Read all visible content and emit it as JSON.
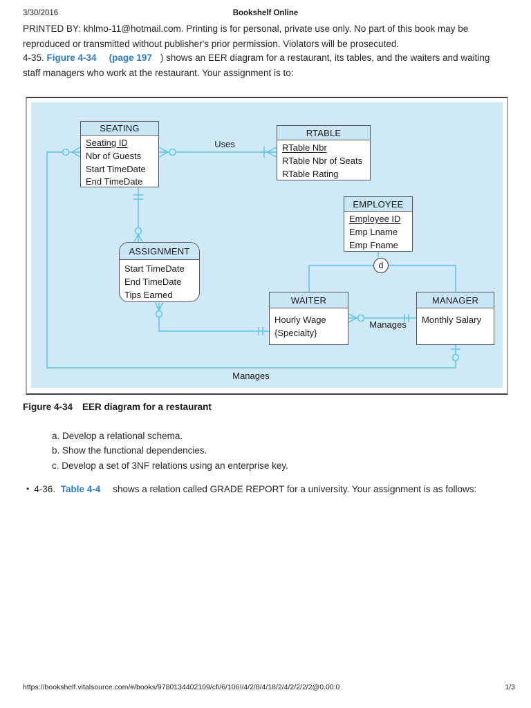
{
  "page": {
    "date": "3/30/2016",
    "site_title": "Bookshelf Online",
    "footer_url": "https://bookshelf.vitalsource.com/#/books/9780134402109/cfi/6/106!/4/2/8/4/18/2/4/2/2/2/2@0.00:0",
    "page_indicator": "1/3"
  },
  "notice": {
    "line1": "PRINTED BY: khlmo-11@hotmail.com. Printing is for personal, private use only. No part of this book may be",
    "line2": "reproduced or transmitted without publisher's prior permission. Violators will be prosecuted."
  },
  "question_435": {
    "prefix": "4-35.",
    "figure_link": "Figure 4-34",
    "page_link": "(page 197",
    "rest_line1": ") shows an EER diagram for a restaurant, its tables, and the waiters and waiting",
    "rest_line2": "staff managers who work at the restaurant. Your assignment is to:"
  },
  "figure": {
    "caption_label": "Figure 4-34",
    "caption_text": "EER diagram for a restaurant",
    "colors": {
      "panel_blue": "#cfe9f7",
      "header_blue": "#c8e6f5",
      "line_cyan": "#5ec4e4",
      "box_border": "#55565a",
      "link_blue": "#2d7dc1"
    },
    "entities": {
      "seating": {
        "title": "SEATING",
        "key": "Seating ID",
        "attrs": [
          "Nbr of Guests",
          "Start TimeDate",
          "End TimeDate"
        ]
      },
      "rtable": {
        "title": "RTABLE",
        "key": "RTable Nbr",
        "attrs": [
          "RTable Nbr of Seats",
          "RTable Rating"
        ]
      },
      "employee": {
        "title": "EMPLOYEE",
        "key": "Employee ID",
        "attrs": [
          "Emp Lname",
          "Emp Fname"
        ]
      },
      "assignment": {
        "title": "ASSIGNMENT",
        "attrs": [
          "Start TimeDate",
          "End TimeDate",
          "Tips Earned"
        ]
      },
      "waiter": {
        "title": "WAITER",
        "attrs": [
          "Hourly Wage",
          "{Specialty}"
        ]
      },
      "manager": {
        "title": "MANAGER",
        "attrs": [
          "Monthly Salary"
        ]
      }
    },
    "relationships": {
      "uses_label": "Uses",
      "manages_label": "Manages",
      "bottom_manages_label": "Manages",
      "subtype_discriminator": "d"
    }
  },
  "tasks": [
    "a. Develop a relational schema.",
    "b. Show the functional dependencies.",
    "c. Develop a set of 3NF relations using an enterprise key."
  ],
  "question_436": {
    "bullet": "•",
    "prefix": "4-36.",
    "table_link": "Table 4-4",
    "rest": "shows a relation called GRADE REPORT for a university. Your assignment is as follows:"
  }
}
